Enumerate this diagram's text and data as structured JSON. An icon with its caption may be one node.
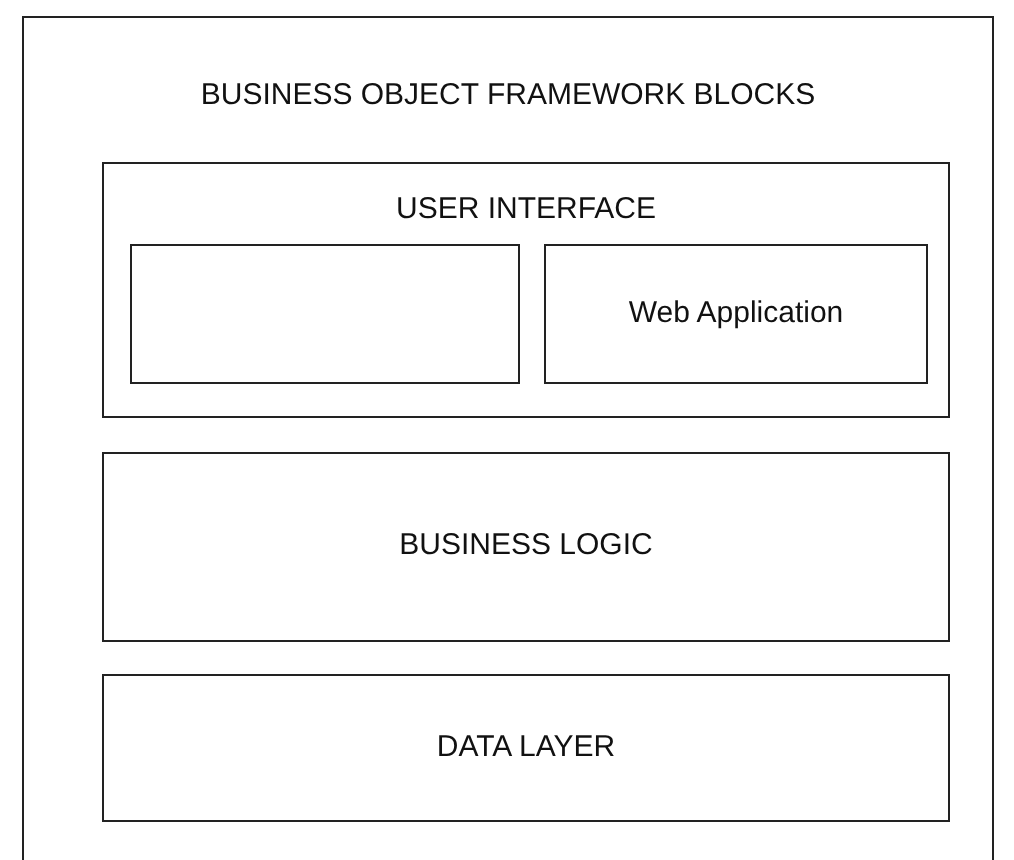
{
  "diagram": {
    "nodes": [
      {
        "text": [
          "BUSINESS OBJECT FRAMEWORK BLOCKS"
        ]
      },
      {
        "text": [
          "USER INTERFACE"
        ],
        "in": 0
      },
      {
        "text": [],
        "shape": "box",
        "in": 1
      },
      {
        "text": [
          "Web Application"
        ],
        "in": 1
      },
      {
        "text": [
          "BUSINESS LOGIC"
        ],
        "in": 0
      },
      {
        "text": [
          "DATA LAYER"
        ],
        "in": 0
      }
    ]
  }
}
